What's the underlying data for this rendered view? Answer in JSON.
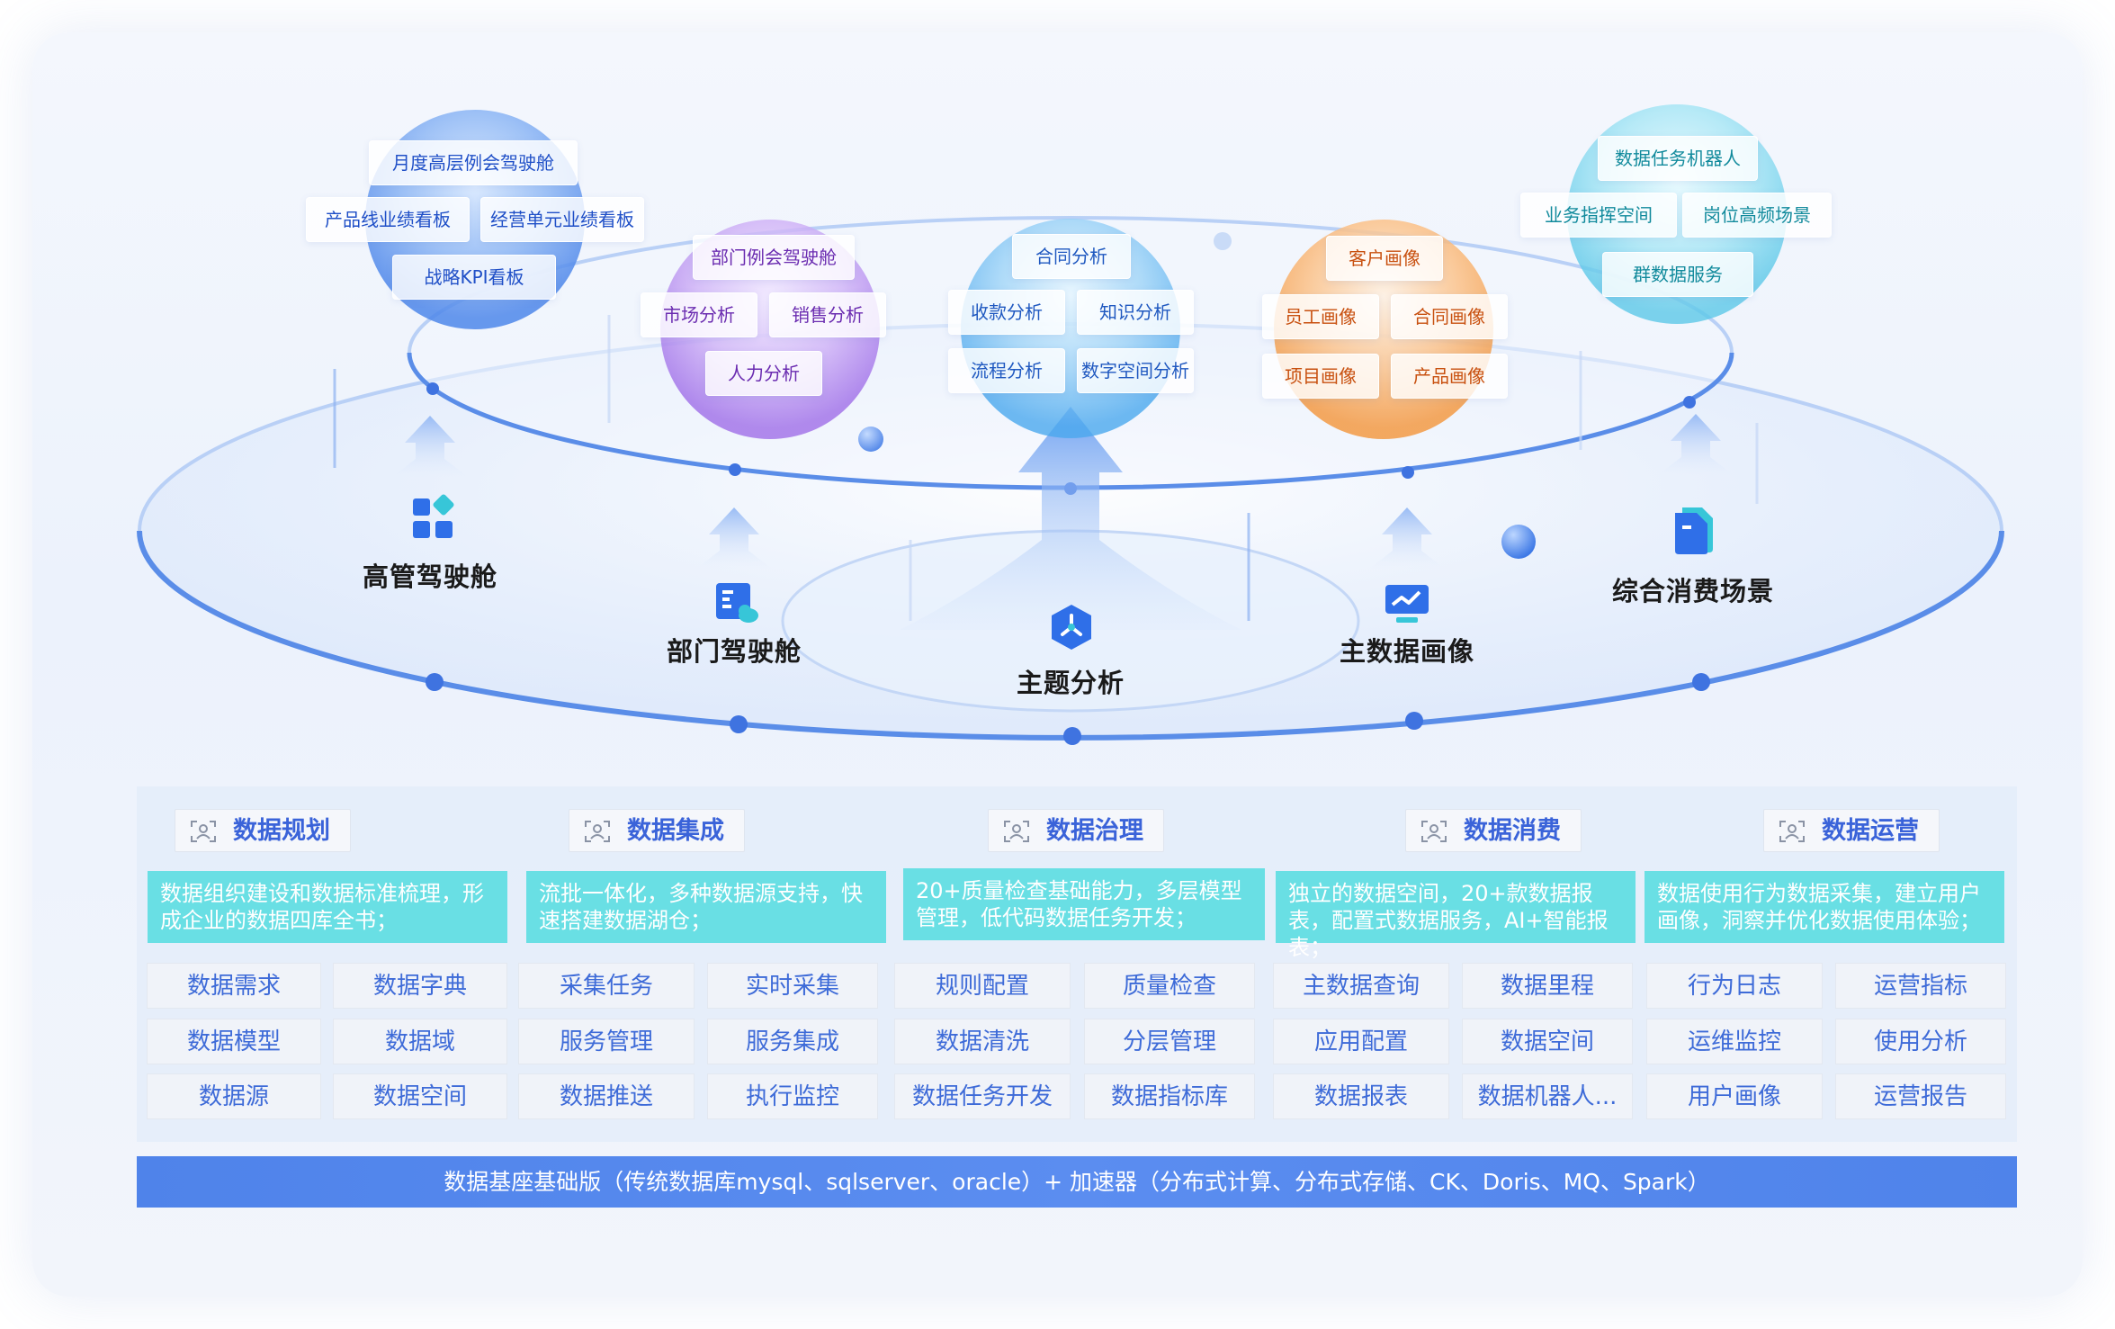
{
  "colors": {
    "ring": "#5a8de8",
    "accent": "#3a63d9",
    "desc_bg": "#69dfe4",
    "footer_bg": "#5585ee"
  },
  "clusters": {
    "executive": {
      "top": "月度高层例会驾驶舱",
      "left": "产品线业绩看板",
      "right": "经营单元业绩看板",
      "bottom": "战略KPI看板"
    },
    "department": {
      "top": "部门例会驾驶舱",
      "left": "市场分析",
      "right": "销售分析",
      "bottom": "人力分析"
    },
    "topic": {
      "top": "合同分析",
      "a": "收款分析",
      "b": "知识分析",
      "c": "流程分析",
      "d": "数字空间分析"
    },
    "portrait": {
      "top": "客户画像",
      "a": "员工画像",
      "b": "合同画像",
      "c": "项目画像",
      "d": "产品画像"
    },
    "consumption": {
      "top": "数据任务机器人",
      "left": "业务指挥空间",
      "right": "岗位高频场景",
      "bottom": "群数据服务"
    }
  },
  "modules": [
    {
      "label": "高管驾驶舱",
      "icon": "dashboard-grid-icon"
    },
    {
      "label": "部门驾驶舱",
      "icon": "cloud-chart-icon"
    },
    {
      "label": "主题分析",
      "icon": "hexagon-branch-icon"
    },
    {
      "label": "主数据画像",
      "icon": "monitor-chart-icon"
    },
    {
      "label": "综合消费场景",
      "icon": "document-icon"
    }
  ],
  "categories": [
    {
      "title": "数据规划",
      "desc": "数据组织建设和数据标准梳理，形成企业的数据四库全书；",
      "items": [
        "数据需求",
        "数据字典",
        "数据模型",
        "数据域",
        "数据源",
        "数据空间"
      ]
    },
    {
      "title": "数据集成",
      "desc": "流批一体化，多种数据源支持，快速搭建数据湖仓；",
      "items": [
        "采集任务",
        "实时采集",
        "服务管理",
        "服务集成",
        "数据推送",
        "执行监控"
      ]
    },
    {
      "title": "数据治理",
      "desc": "20+质量检查基础能力，多层模型管理，低代码数据任务开发；",
      "items": [
        "规则配置",
        "质量检查",
        "数据清洗",
        "分层管理",
        "数据任务开发",
        "数据指标库"
      ]
    },
    {
      "title": "数据消费",
      "desc": "独立的数据空间，20+款数据报表，配置式数据服务，AI+智能报表；",
      "items": [
        "主数据查询",
        "数据里程",
        "应用配置",
        "数据空间",
        "数据报表",
        "数据机器人..."
      ]
    },
    {
      "title": "数据运营",
      "desc": "数据使用行为数据采集，建立用户画像，洞察并优化数据使用体验；",
      "items": [
        "行为日志",
        "运营指标",
        "运维监控",
        "使用分析",
        "用户画像",
        "运营报告"
      ]
    }
  ],
  "footer": "数据基座基础版（传统数据库mysql、sqlserver、oracle）+ 加速器（分布式计算、分布式存储、CK、Doris、MQ、Spark）"
}
